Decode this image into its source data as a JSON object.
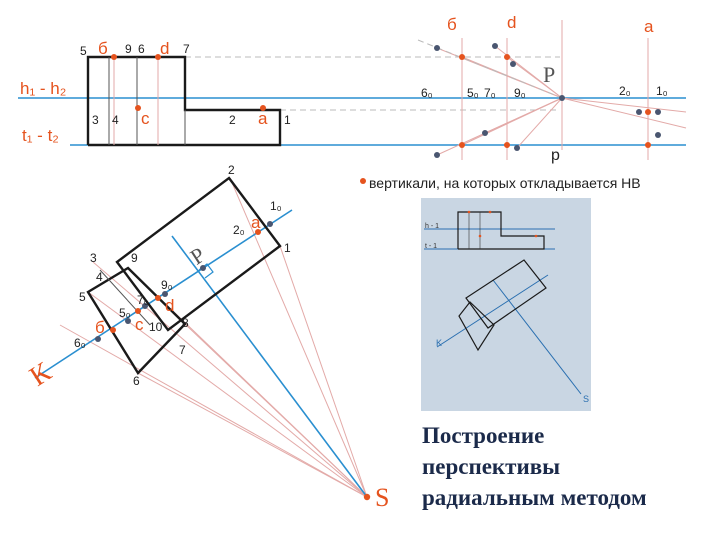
{
  "diagram": {
    "top_labels": {
      "b": "б",
      "d": "d",
      "a": "a",
      "c": "c",
      "P": "P",
      "p": "p"
    },
    "line_labels": {
      "h": "h₁ - h₂",
      "t": "t₁ - t₂"
    },
    "front_numbers": [
      "5",
      "9",
      "6",
      "7",
      "3",
      "4",
      "2",
      "1"
    ],
    "right_numbers": [
      "6₀",
      "5₀",
      "7₀",
      "9₀",
      "2₀",
      "1₀"
    ],
    "legend": "вертикали, на которых откладывается НВ",
    "plan_numbers": [
      "2",
      "1₀",
      "2₀",
      "1",
      "3",
      "9",
      "4",
      "5",
      "9₀",
      "7₀",
      "5₀",
      "6₀",
      "10",
      "8",
      "7",
      "6"
    ],
    "plan_labels": {
      "a": "a",
      "P": "P",
      "d": "d",
      "c": "c",
      "b": "б",
      "K": "К",
      "S": "S"
    },
    "thumb_labels": {
      "h": "h - 1",
      "t": "t - 1",
      "K": "K",
      "S": "S"
    },
    "colors": {
      "blue": "#2a8fd0",
      "red": "#e5531e",
      "pink": "#e3aaa8",
      "black": "#1a1a1a",
      "dot": "#4a5670"
    }
  },
  "caption": {
    "line1": "Построение",
    "line2": "перспективы",
    "line3": "радиальным методом"
  }
}
